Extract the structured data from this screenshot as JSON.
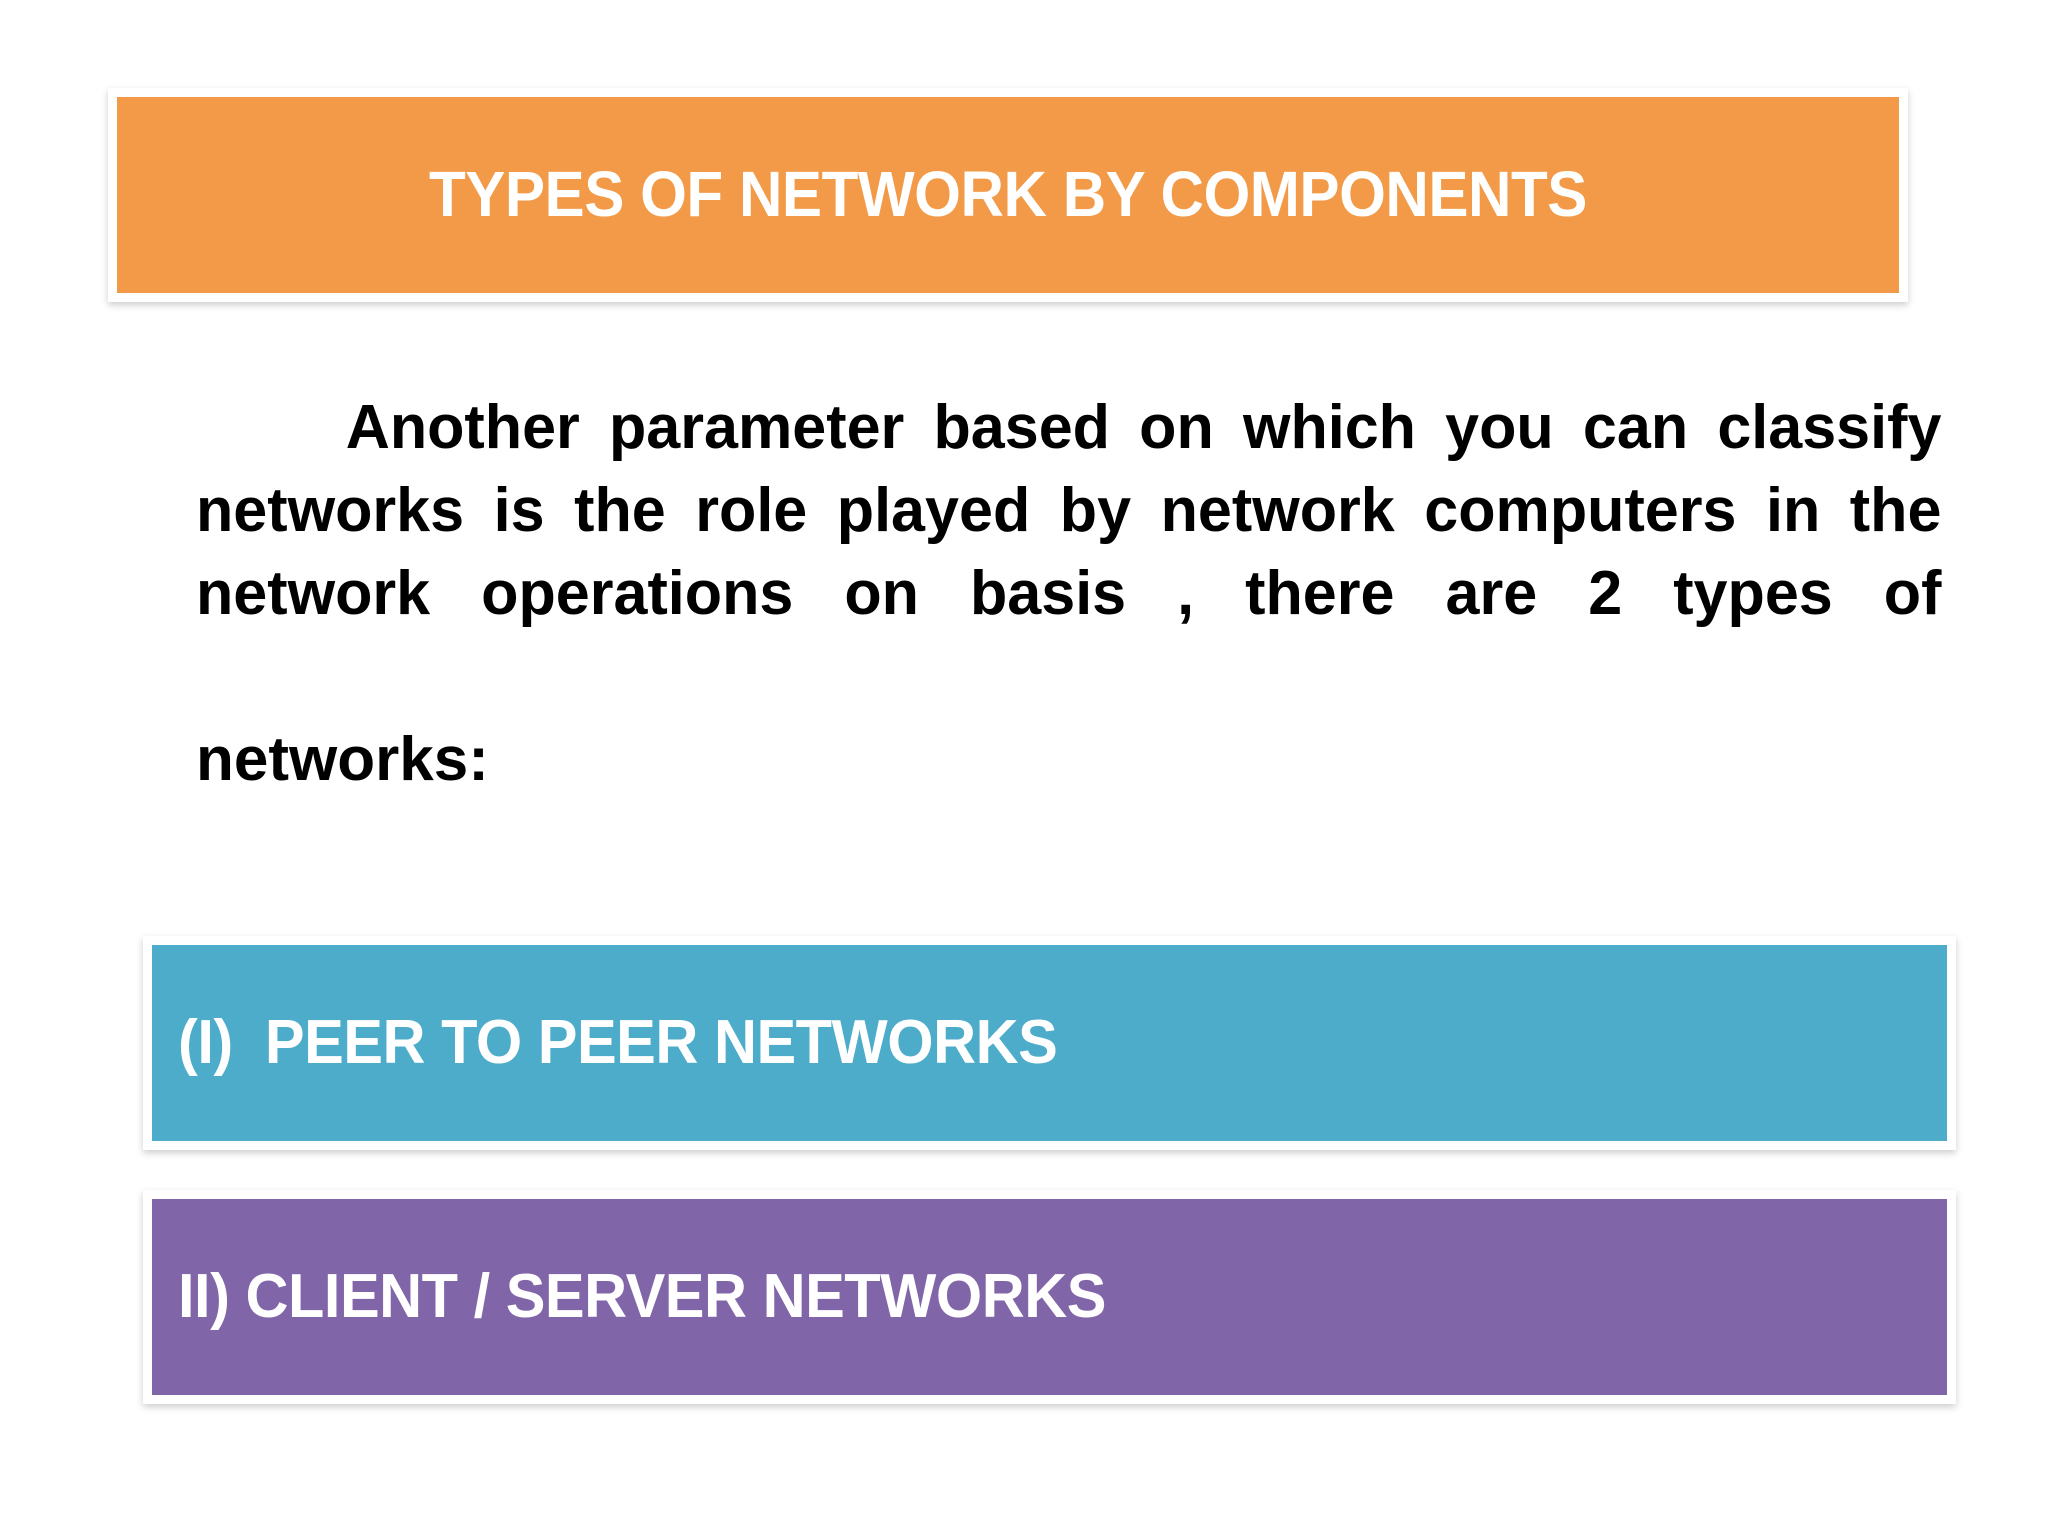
{
  "slide": {
    "background_color": "#ffffff",
    "title": {
      "text": "TYPES OF NETWORK BY COMPONENTS",
      "background_color": "#f29a47",
      "text_color": "#ffffff"
    },
    "body": {
      "paragraph": "Another parameter based on which you can classify networks is the role played by network computers in the network operations on basis , there are 2 types of",
      "tail": "networks:",
      "text_color": "#000000"
    },
    "items": [
      {
        "label": "(I)  PEER TO PEER NETWORKS",
        "background_color": "#4cacc9",
        "text_color": "#ffffff"
      },
      {
        "label": "II) CLIENT / SERVER NETWORKS",
        "background_color": "#8065a8",
        "text_color": "#ffffff"
      }
    ]
  }
}
